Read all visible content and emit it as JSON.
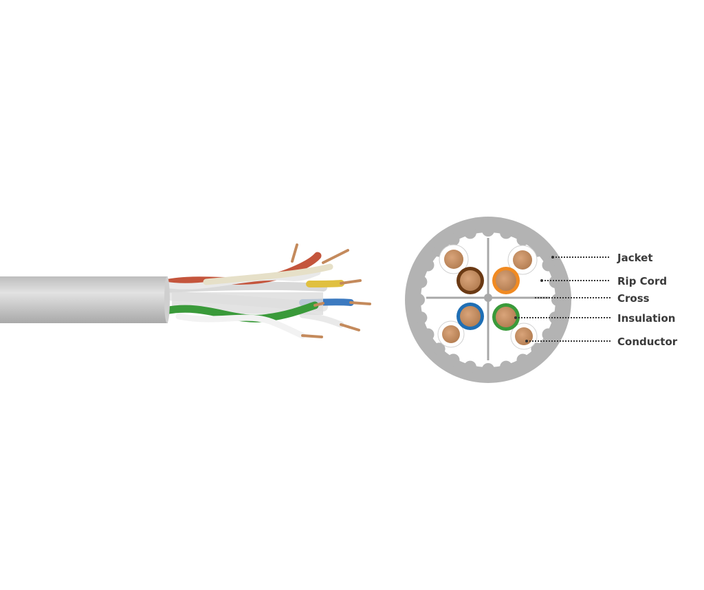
{
  "labels": {
    "jacket": "Jacket",
    "rip_cord": "Rip Cord",
    "cross": "Cross",
    "insulation": "Insulation",
    "conductor": "Conductor"
  },
  "colors": {
    "jacket": "#b3b3b3",
    "cable_sheath": "#c8c8c8",
    "copper": "#c48a5c",
    "brown": "#6b3a14",
    "orange": "#f08a22",
    "blue": "#1f6fb5",
    "green": "#3a9a3a",
    "red_pair": "#c4553c",
    "white_stripe": "#f2f2f2"
  }
}
